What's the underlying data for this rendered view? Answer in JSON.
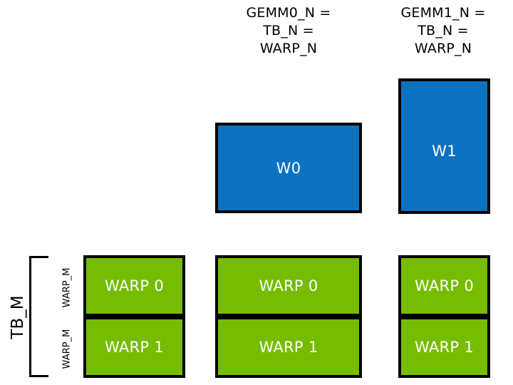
{
  "diagram": {
    "title_columns": [
      {
        "id": "gemm0",
        "text": "GEMM0_N =\nTB_N =\nWARP_N"
      },
      {
        "id": "gemm1",
        "text": "GEMM1_N =\nTB_N =\nWARP_N"
      }
    ],
    "warp_boxes": [
      {
        "id": "w0",
        "label": "W0",
        "color": "#0b72c2"
      },
      {
        "id": "w1",
        "label": "W1",
        "color": "#0b72c2"
      }
    ],
    "green_columns": [
      {
        "id": "col0",
        "cells": [
          {
            "label": "WARP 0"
          },
          {
            "label": "WARP 1"
          }
        ]
      },
      {
        "id": "col1",
        "cells": [
          {
            "label": "WARP 0"
          },
          {
            "label": "WARP 1"
          }
        ]
      },
      {
        "id": "col2",
        "cells": [
          {
            "label": "WARP 0"
          },
          {
            "label": "WARP 1"
          }
        ]
      }
    ],
    "axis_labels": {
      "tb_m": "TB_M",
      "warp_m_top": "WARP_M",
      "warp_m_bottom": "WARP_M"
    },
    "colors": {
      "green": "#76bc01",
      "blue": "#0b72c2",
      "outline": "#000000",
      "background": "#ffffff",
      "box_text": "#ffffff",
      "caption_text": "#000000"
    }
  }
}
